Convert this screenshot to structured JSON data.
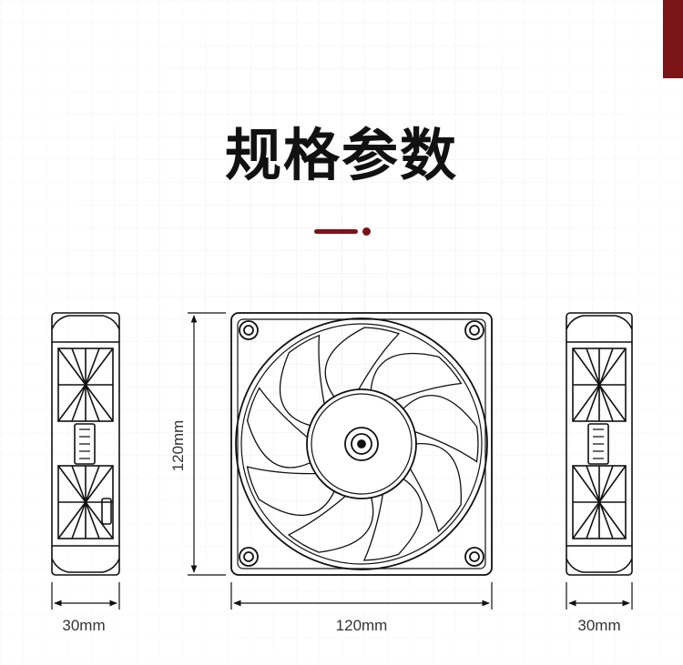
{
  "header": {
    "title": "规格参数"
  },
  "dimensions": {
    "left_width": "30mm",
    "front_width": "120mm",
    "front_height": "120mm",
    "right_width": "30mm"
  },
  "colors": {
    "accent": "#7a1416",
    "ink": "#111111",
    "label": "#333333"
  },
  "fan": {
    "blade_count": 9
  }
}
